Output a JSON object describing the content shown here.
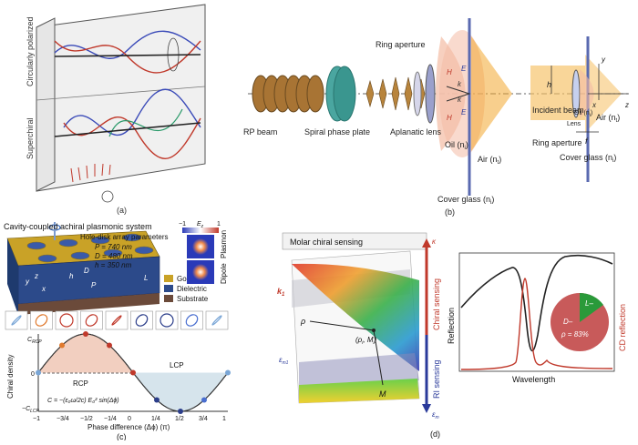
{
  "panel_a": {
    "caption": "(a)",
    "label_top": "Circularly polarized",
    "label_bottom": "Superchiral"
  },
  "panel_b": {
    "caption": "(b)",
    "rp_beam": "RP beam",
    "spiral_plate": "Spiral phase plate",
    "ring_aperture": "Ring aperture",
    "aplanatic_lens": "Aplanatic lens",
    "oil": "Oil (n",
    "oil_sub": "i",
    "air": "Air (n",
    "air_sub": "t",
    "cover_glass": "Cover glass (n",
    "cover_sub": "i",
    "incident_beam": "Incident beam",
    "ring_aperture2": "Ring aperture",
    "lens": "Lens",
    "oil2": "Oil (n",
    "cover_glass2": "Cover glass (n",
    "air2": "Air (n",
    "sym_h": "h",
    "sym_f": "f",
    "sym_x": "x",
    "sym_y": "y",
    "sym_z": "z",
    "sym_E": "E",
    "sym_H": "H",
    "sym_k": "k"
  },
  "panel_c": {
    "caption": "(c)",
    "title": "Cavity-coupled achiral plasmonic system",
    "params_title": "Hole-disk array parameters",
    "p_param": "P = 740 nm",
    "d_param": "D = 480 nm",
    "h_param": "h = 350 nm",
    "legend_gold": "Gold",
    "legend_dielectric": "Dielectric",
    "legend_substrate": "Substrate",
    "colorbar_min": "−1",
    "colorbar_max": "1",
    "colorbar_label": "E",
    "colorbar_sub": "z",
    "side_plasmon": "Plasmon",
    "side_dipole": "Dipole",
    "geom_D": "D",
    "geom_P": "P",
    "geom_h": "h",
    "geom_L": "L",
    "geom_x": "x",
    "geom_y": "y",
    "geom_z": "z",
    "colors": {
      "gold": "#c9a227",
      "dielectric": "#2c4a8a",
      "substrate": "#6b4a3a"
    }
  },
  "panel_d": {
    "caption": "(d)",
    "molar": "Molar chiral sensing",
    "chiral_sensing": "Chiral sensing",
    "ri_sensing": "RI sensing",
    "k1": "k",
    "k1_sub": "1",
    "rho": "ρ",
    "rho_m": "(ρ",
    "m_label": "M",
    "eps_m1": "ε",
    "eps_m1_sub": "m1",
    "eps_m": "ε",
    "eps_m_sub": "m",
    "kappa": "κ",
    "reflection": "Reflection",
    "cd_reflection": "CD reflection",
    "wavelength": "Wavelength",
    "pie_l": "L–",
    "pie_d": "D–",
    "pie_rho": "ρ = 83%"
  },
  "chart_data": {
    "type": "line",
    "xlabel": "Phase difference (Δϕ) (π)",
    "ylabel": "Chiral density",
    "x_ticks": [
      "−1",
      "−3/4",
      "−1/2",
      "−1/4",
      "0",
      "1/4",
      "1/2",
      "3/4",
      "1"
    ],
    "y_ticks": [
      "C_RCP",
      "0",
      "−C_LCP"
    ],
    "x": [
      -1,
      -0.75,
      -0.5,
      -0.25,
      0,
      0.25,
      0.5,
      0.75,
      1
    ],
    "y": [
      0,
      0.707,
      1,
      0.707,
      0,
      -0.707,
      -1,
      -0.707,
      0
    ],
    "xlim": [
      -1,
      1
    ],
    "ylim": [
      -1,
      1
    ],
    "annotations": [
      "RCP",
      "LCP"
    ],
    "formula": "C = −(ε₀ω/2c) E₀² sin(Δϕ)",
    "point_colors": [
      "#7aa6d6",
      "#e07a2e",
      "#c0392b",
      "#c0392b",
      "#c0392b",
      "#2c3e8a",
      "#2c3e8a",
      "#4a6fd0",
      "#7aa6d6"
    ]
  }
}
